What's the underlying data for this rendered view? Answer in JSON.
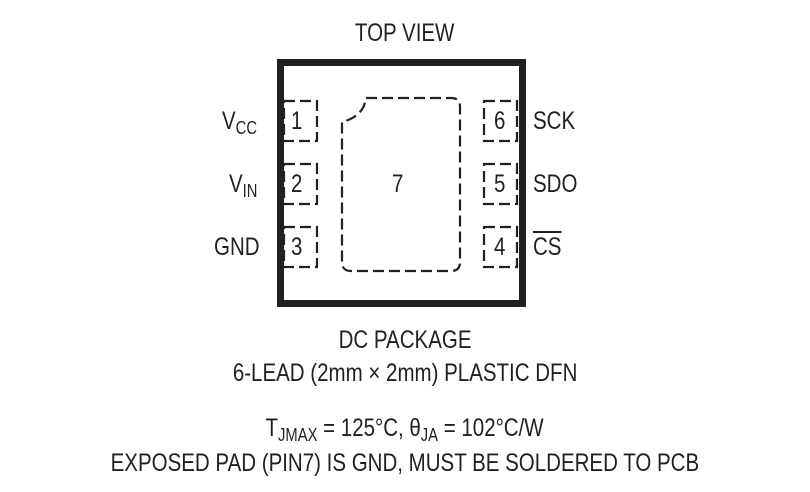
{
  "diagram": {
    "title": "TOP VIEW",
    "pins_left": [
      {
        "number": "1",
        "name_main": "V",
        "name_sub": "CC"
      },
      {
        "number": "2",
        "name_main": "V",
        "name_sub": "IN"
      },
      {
        "number": "3",
        "name_main": "GND",
        "name_sub": ""
      }
    ],
    "pins_right": [
      {
        "number": "6",
        "name": "SCK",
        "overline": false
      },
      {
        "number": "5",
        "name": "SDO",
        "overline": false
      },
      {
        "number": "4",
        "name": "CS",
        "overline": true
      }
    ],
    "exposed_pad_number": "7",
    "package_name": "DC PACKAGE",
    "package_desc": "6-LEAD (2mm × 2mm) PLASTIC DFN",
    "thermal": {
      "tj_main": "T",
      "tj_sub": "JMAX",
      "tj_value": " = 125°C, ",
      "theta_main": "θ",
      "theta_sub": "JA",
      "theta_value": " = 102°C/W"
    },
    "note": "EXPOSED PAD (PIN7) IS GND, MUST BE SOLDERED TO PCB",
    "colors": {
      "ink": "#231f20",
      "background": "#ffffff"
    }
  }
}
